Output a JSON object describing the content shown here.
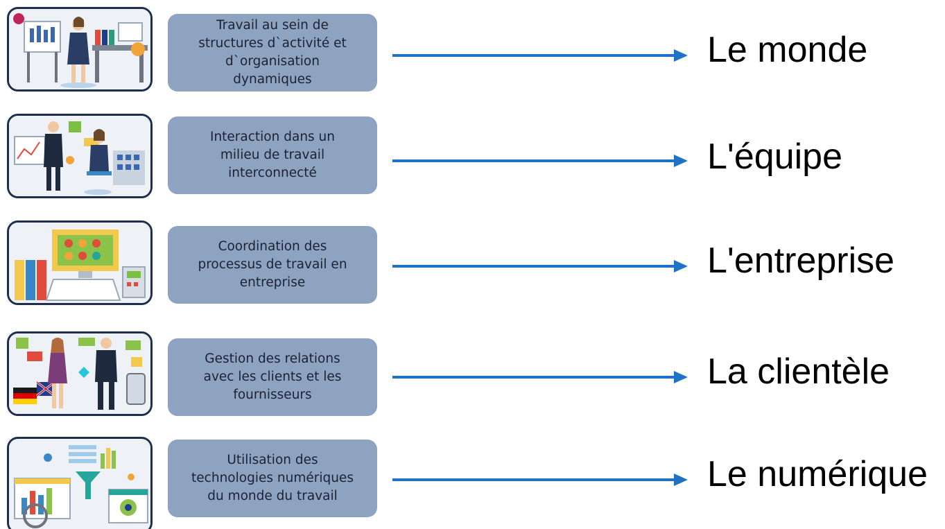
{
  "rows": [
    {
      "label": "Travail au sein de\nstructures d`activité et\nd`organisation\ndynamiques",
      "target": "Le monde",
      "illustration_icon": "office-workspace-illustration"
    },
    {
      "label": "Interaction dans un\nmilieu de travail\ninterconnecté",
      "target": "L'équipe",
      "illustration_icon": "team-meeting-illustration"
    },
    {
      "label": "Coordination des\nprocessus de travail en\nentreprise",
      "target": "L'entreprise",
      "illustration_icon": "process-coordination-illustration"
    },
    {
      "label": "Gestion des relations\navec les clients et les\nfournisseurs",
      "target": "La clientèle",
      "illustration_icon": "customer-relations-illustration"
    },
    {
      "label": "Utilisation des\ntechnologies numériques\ndu monde du travail",
      "target": "Le numérique",
      "illustration_icon": "digital-technology-illustration"
    }
  ],
  "colors": {
    "label_box": "#8ea3bf",
    "arrow": "#1f72c4",
    "frame": "#1e2f4d"
  }
}
